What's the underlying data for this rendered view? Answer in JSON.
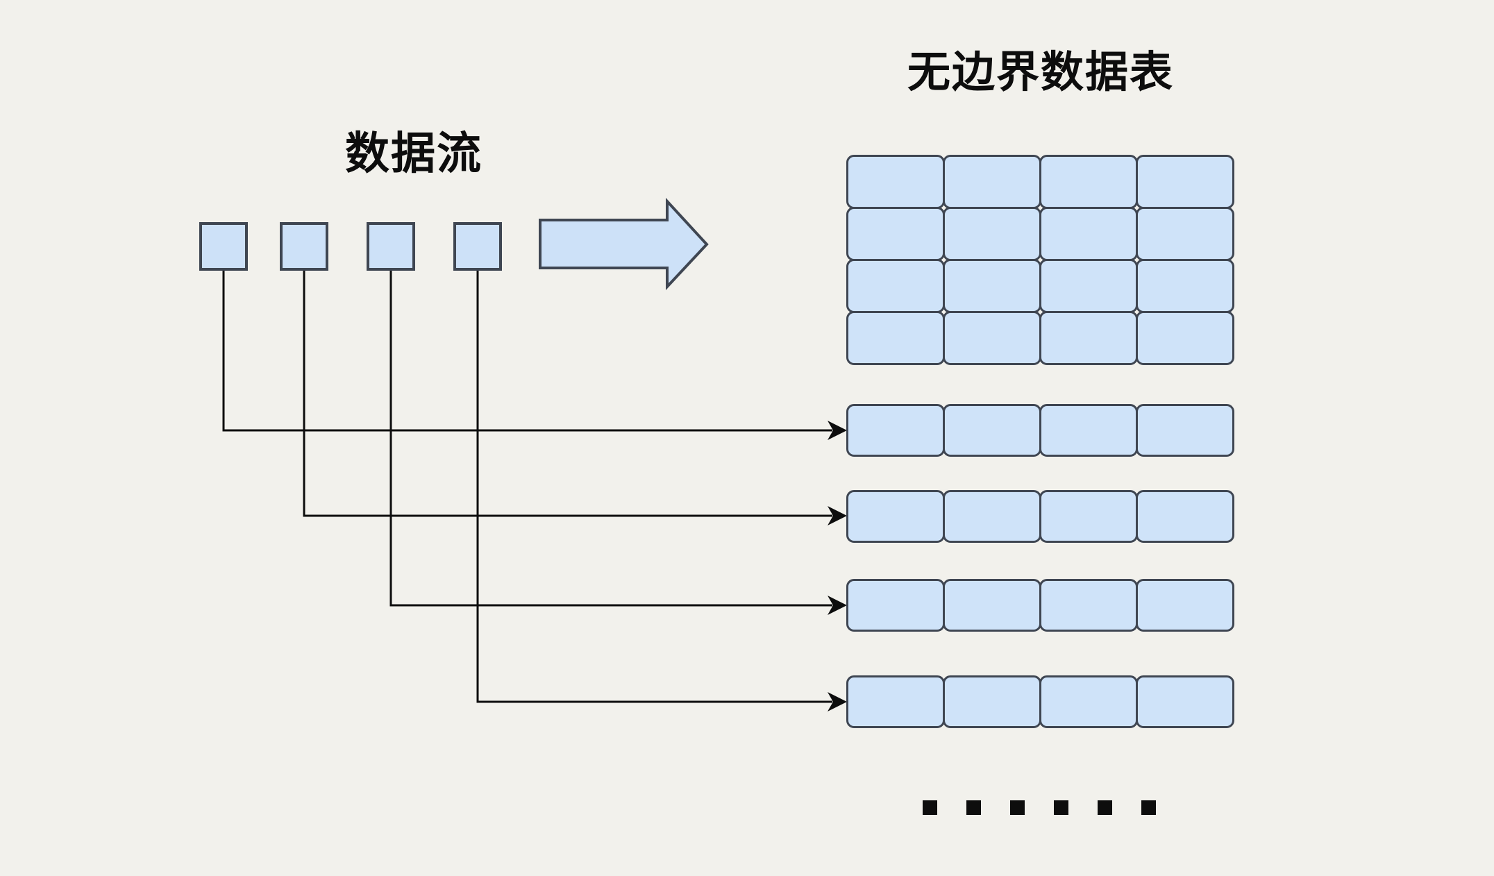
{
  "background_color": "#f2f1ec",
  "colors": {
    "shape_fill": "#cde1f8",
    "cell_fill": "#cfe3f9",
    "shape_border": "#3f4652",
    "connector": "#0d0d0d",
    "text": "#0d0d0d"
  },
  "stream": {
    "label": "数据流",
    "item_count": 4
  },
  "flow_arrow": {
    "direction": "right"
  },
  "table": {
    "label": "无边界数据表",
    "columns": 4,
    "grid_rows": 4,
    "appended_row_count": 4
  },
  "connectors": {
    "count": 4,
    "style": "elbow-right-arrow"
  },
  "ellipsis": {
    "dot_count": 6
  }
}
